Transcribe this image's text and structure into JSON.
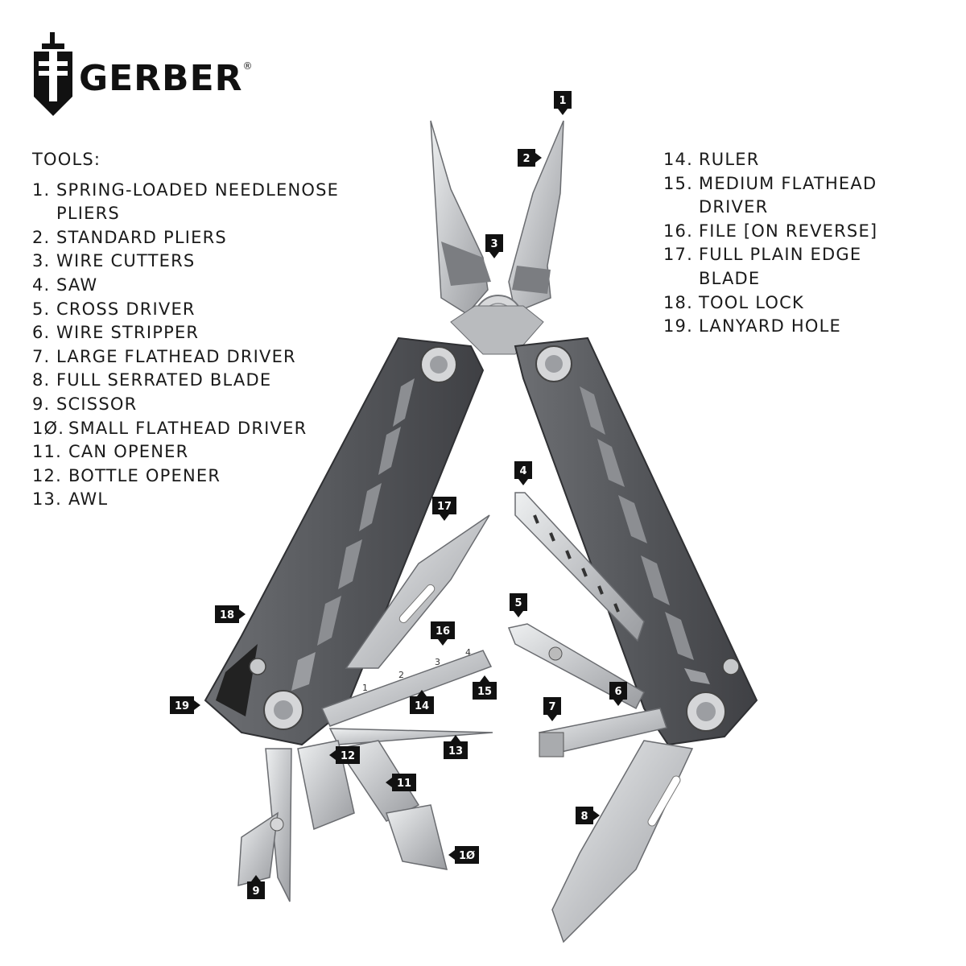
{
  "brand": {
    "name": "GERBER",
    "registered": "®"
  },
  "left_list": {
    "heading": "TOOLS:",
    "items": [
      {
        "num": "1.",
        "name": "SPRING-LOADED NEEDLENOSE PLIERS"
      },
      {
        "num": "2.",
        "name": "STANDARD PLIERS"
      },
      {
        "num": "3.",
        "name": "WIRE CUTTERS"
      },
      {
        "num": "4.",
        "name": "SAW"
      },
      {
        "num": "5.",
        "name": "CROSS DRIVER"
      },
      {
        "num": "6.",
        "name": "WIRE STRIPPER"
      },
      {
        "num": "7.",
        "name": "LARGE FLATHEAD DRIVER"
      },
      {
        "num": "8.",
        "name": "FULL SERRATED BLADE"
      },
      {
        "num": "9.",
        "name": "SCISSOR"
      },
      {
        "num": "1Ø.",
        "name": "SMALL FLATHEAD DRIVER"
      },
      {
        "num": "11.",
        "name": "CAN OPENER"
      },
      {
        "num": "12.",
        "name": "BOTTLE OPENER"
      },
      {
        "num": "13.",
        "name": "AWL"
      }
    ]
  },
  "right_list": {
    "items": [
      {
        "num": "14.",
        "name": "RULER"
      },
      {
        "num": "15.",
        "name": "MEDIUM FLATHEAD DRIVER"
      },
      {
        "num": "16.",
        "name": "FILE [ON REVERSE]"
      },
      {
        "num": "17.",
        "name": "FULL PLAIN EDGE BLADE"
      },
      {
        "num": "18.",
        "name": "TOOL LOCK"
      },
      {
        "num": "19.",
        "name": "LANYARD HOLE"
      }
    ]
  },
  "callouts": [
    {
      "label": "1",
      "dir": "down"
    },
    {
      "label": "2",
      "dir": "right"
    },
    {
      "label": "3",
      "dir": "down"
    },
    {
      "label": "4",
      "dir": "down"
    },
    {
      "label": "5",
      "dir": "down"
    },
    {
      "label": "6",
      "dir": "down"
    },
    {
      "label": "7",
      "dir": "down"
    },
    {
      "label": "8",
      "dir": "right"
    },
    {
      "label": "9",
      "dir": "up"
    },
    {
      "label": "1Ø",
      "dir": "left"
    },
    {
      "label": "11",
      "dir": "left"
    },
    {
      "label": "12",
      "dir": "left"
    },
    {
      "label": "13",
      "dir": "up"
    },
    {
      "label": "14",
      "dir": "up"
    },
    {
      "label": "15",
      "dir": "up"
    },
    {
      "label": "16",
      "dir": "down"
    },
    {
      "label": "17",
      "dir": "down"
    },
    {
      "label": "18",
      "dir": "right"
    },
    {
      "label": "19",
      "dir": "right"
    }
  ],
  "ruler_marks": [
    "1",
    "2",
    "3",
    "4"
  ],
  "colors": {
    "handle": "#5e6064",
    "handle_dark": "#3c3d40",
    "steel": "#c9cbcd",
    "steel_light": "#e4e5e6",
    "steel_dark": "#8e9094",
    "ink": "#111111"
  }
}
